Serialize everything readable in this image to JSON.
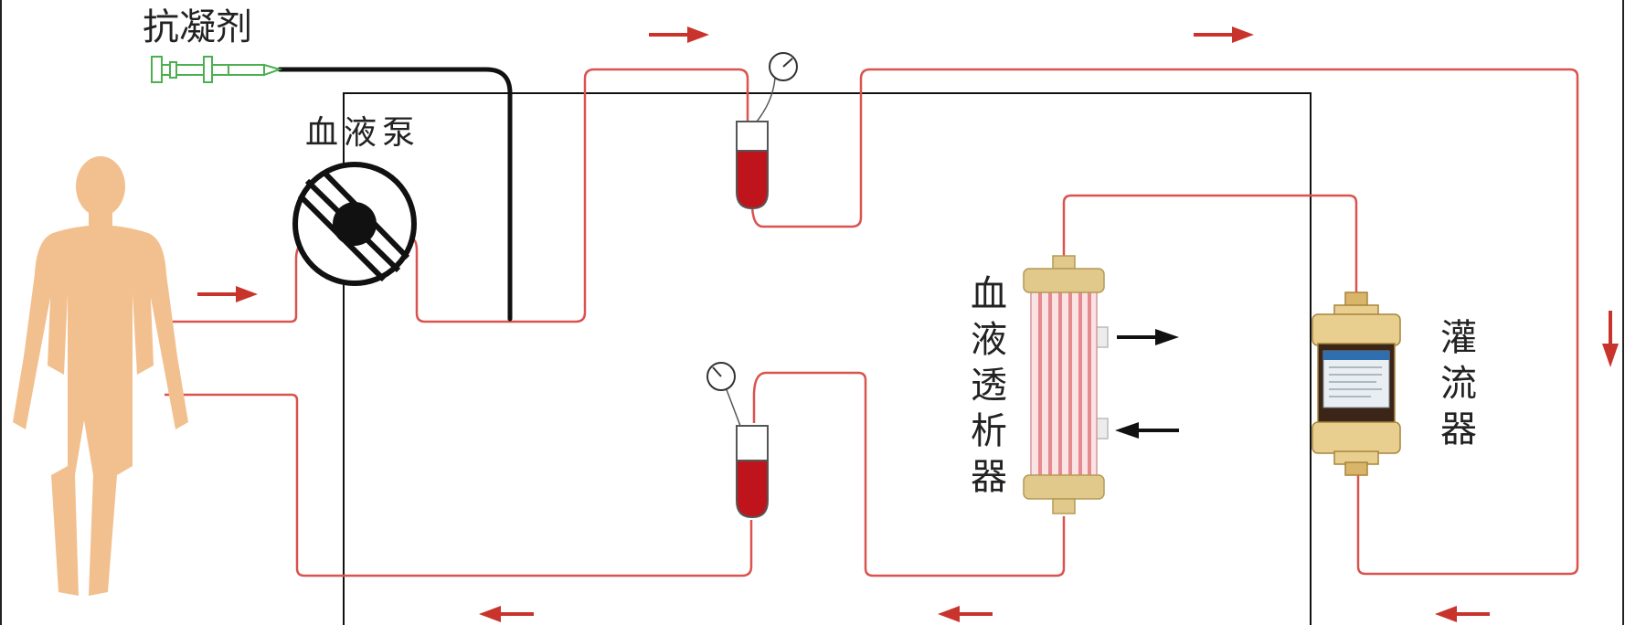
{
  "labels": {
    "anticoagulant": "抗凝剂",
    "blood_pump": "血液泵",
    "dialyzer": "血液透析器",
    "perfusion": "灌流器"
  },
  "colors": {
    "tube": "#d9534f",
    "arrow_red": "#c8342b",
    "arrow_black": "#111111",
    "blood": "#c0141c",
    "human": "#f2c08f",
    "dialyzer_cap": "#e0c98b",
    "dialyzer_fiber": "#e58b90",
    "perfusion_body": "#d9b56a",
    "anticoagulant_line": "#111111",
    "syringe": "#4caf50"
  },
  "icons": [
    "human-figure",
    "syringe",
    "blood-pump",
    "pressure-gauge",
    "drip-chamber",
    "dialyzer",
    "perfusion-cartridge",
    "flow-arrow"
  ]
}
